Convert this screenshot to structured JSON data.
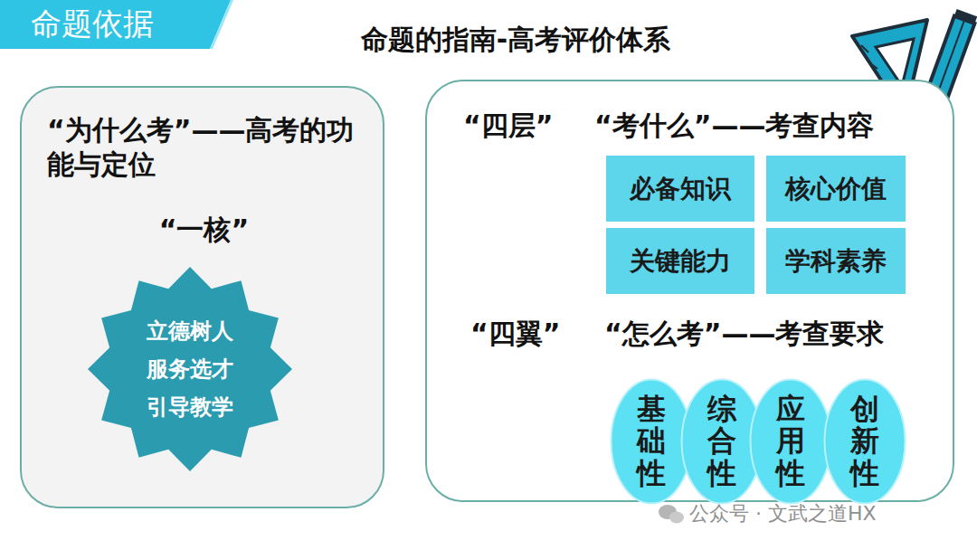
{
  "diagram": {
    "title": "命题的指南-高考评价体系",
    "nodes": [
      {
        "text": [
          "命题依据"
        ]
      },
      {
        "text": [
          "“为什么考”——高考的功能与定位",
          "“一核”"
        ]
      },
      {
        "text": [
          "立德树人",
          "服务选才",
          "引导教学"
        ],
        "in": 1
      },
      {
        "text": [
          "“四层”",
          "“考什么”——考查内容",
          "“四翼”",
          "“怎么考”——考查要求"
        ]
      },
      {
        "text": [
          "必备知识"
        ],
        "in": 3
      },
      {
        "text": [
          "核心价值"
        ],
        "in": 3
      },
      {
        "text": [
          "关键能力"
        ],
        "in": 3
      },
      {
        "text": [
          "学科素养"
        ],
        "in": 3
      },
      {
        "text": [
          "基础性"
        ],
        "in": 3
      },
      {
        "text": [
          "综合性"
        ],
        "in": 3
      },
      {
        "text": [
          "应用性"
        ],
        "in": 3
      },
      {
        "text": [
          "创新性"
        ],
        "in": 3
      }
    ],
    "labels": [
      "公众号 · 文武之道HX"
    ]
  }
}
